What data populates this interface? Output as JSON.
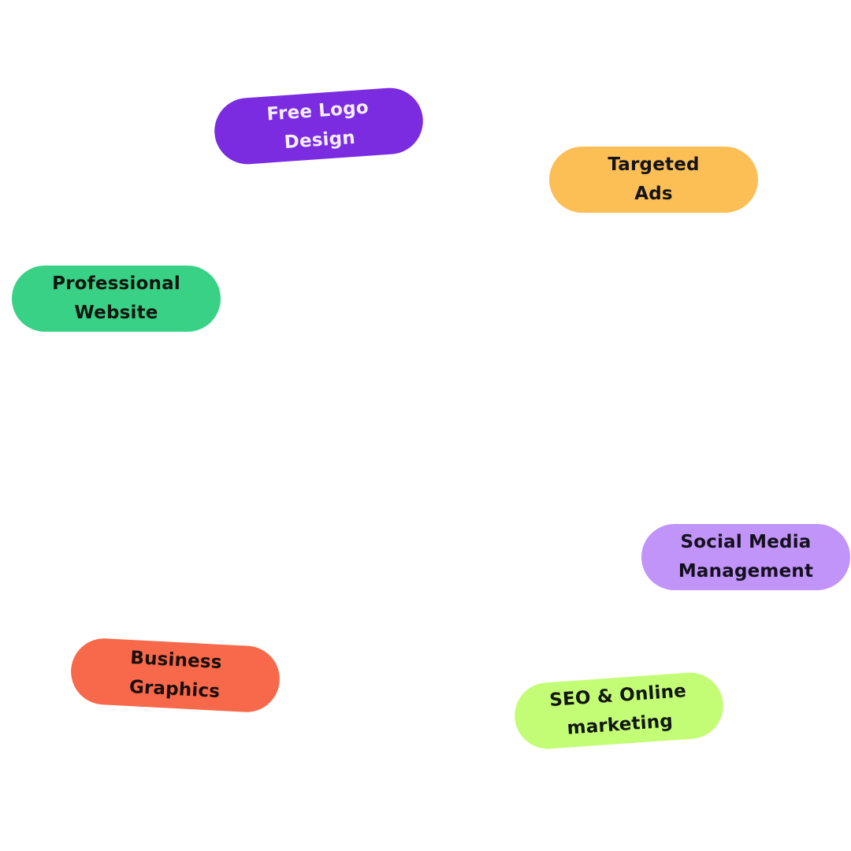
{
  "pills": [
    {
      "id": "free-logo",
      "lines": [
        "Free Logo",
        "Design"
      ],
      "bg": "#7B2BE0",
      "fg": "#F3EEFF"
    },
    {
      "id": "targeted-ads",
      "lines": [
        "Targeted",
        "Ads"
      ],
      "bg": "#FCBF55",
      "fg": "#141414"
    },
    {
      "id": "pro-website",
      "lines": [
        "Professional",
        "Website"
      ],
      "bg": "#38D185",
      "fg": "#101510"
    },
    {
      "id": "social-media",
      "lines": [
        "Social Media",
        "Management"
      ],
      "bg": "#C194FA",
      "fg": "#14101C"
    },
    {
      "id": "biz-graphics",
      "lines": [
        "Business",
        "Graphics"
      ],
      "bg": "#F8694B",
      "fg": "#1A0E0B"
    },
    {
      "id": "seo-marketing",
      "lines": [
        "SEO & Online",
        "marketing"
      ],
      "bg": "#C3FD75",
      "fg": "#121610"
    }
  ]
}
